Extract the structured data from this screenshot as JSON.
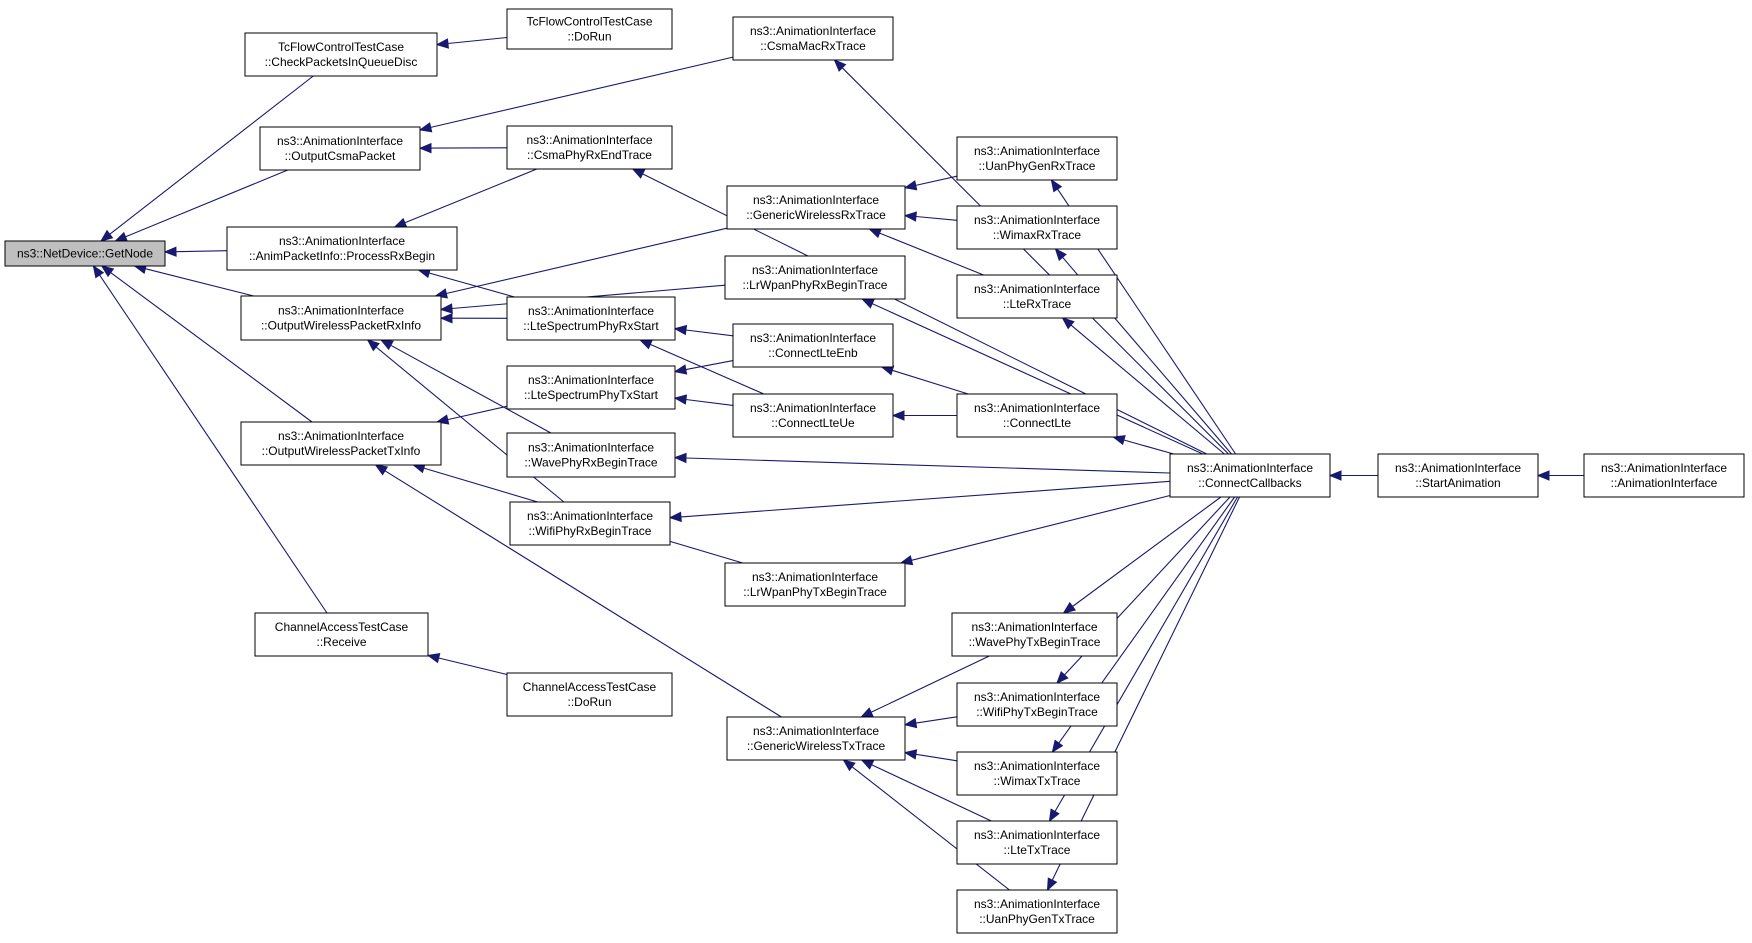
{
  "diagram": {
    "colors": {
      "edge": "#191970",
      "node_fill": "#ffffff",
      "highlight_fill": "#bfbfbf",
      "border": "#000000"
    },
    "nodes": [
      {
        "id": "getnode",
        "lines": [
          "ns3::NetDevice::GetNode"
        ],
        "highlight": true
      },
      {
        "id": "tc_check",
        "lines": [
          "TcFlowControlTestCase",
          "::CheckPacketsInQueueDisc"
        ]
      },
      {
        "id": "tc_dorun",
        "lines": [
          "TcFlowControlTestCase",
          "::DoRun"
        ]
      },
      {
        "id": "csma_mac",
        "lines": [
          "ns3::AnimationInterface",
          "::CsmaMacRxTrace"
        ]
      },
      {
        "id": "out_csma",
        "lines": [
          "ns3::AnimationInterface",
          "::OutputCsmaPacket"
        ]
      },
      {
        "id": "csma_phy",
        "lines": [
          "ns3::AnimationInterface",
          "::CsmaPhyRxEndTrace"
        ]
      },
      {
        "id": "anim_pkt",
        "lines": [
          "ns3::AnimationInterface",
          "::AnimPacketInfo::ProcessRxBegin"
        ]
      },
      {
        "id": "gen_rx",
        "lines": [
          "ns3::AnimationInterface",
          "::GenericWirelessRxTrace"
        ]
      },
      {
        "id": "uan_rx",
        "lines": [
          "ns3::AnimationInterface",
          "::UanPhyGenRxTrace"
        ]
      },
      {
        "id": "wimax_rx",
        "lines": [
          "ns3::AnimationInterface",
          "::WimaxRxTrace"
        ]
      },
      {
        "id": "out_wrx",
        "lines": [
          "ns3::AnimationInterface",
          "::OutputWirelessPacketRxInfo"
        ]
      },
      {
        "id": "lrwpan_rx",
        "lines": [
          "ns3::AnimationInterface",
          "::LrWpanPhyRxBeginTrace"
        ]
      },
      {
        "id": "lte_rx",
        "lines": [
          "ns3::AnimationInterface",
          "::LteRxTrace"
        ]
      },
      {
        "id": "lte_spec_rx",
        "lines": [
          "ns3::AnimationInterface",
          "::LteSpectrumPhyRxStart"
        ]
      },
      {
        "id": "conn_enb",
        "lines": [
          "ns3::AnimationInterface",
          "::ConnectLteEnb"
        ]
      },
      {
        "id": "lte_spec_tx",
        "lines": [
          "ns3::AnimationInterface",
          "::LteSpectrumPhyTxStart"
        ]
      },
      {
        "id": "conn_ue",
        "lines": [
          "ns3::AnimationInterface",
          "::ConnectLteUe"
        ]
      },
      {
        "id": "conn_lte",
        "lines": [
          "ns3::AnimationInterface",
          "::ConnectLte"
        ]
      },
      {
        "id": "out_wtx",
        "lines": [
          "ns3::AnimationInterface",
          "::OutputWirelessPacketTxInfo"
        ]
      },
      {
        "id": "wave_rx",
        "lines": [
          "ns3::AnimationInterface",
          "::WavePhyRxBeginTrace"
        ]
      },
      {
        "id": "conn_cb",
        "lines": [
          "ns3::AnimationInterface",
          "::ConnectCallbacks"
        ]
      },
      {
        "id": "start_anim",
        "lines": [
          "ns3::AnimationInterface",
          "::StartAnimation"
        ]
      },
      {
        "id": "anim_ctor",
        "lines": [
          "ns3::AnimationInterface",
          "::AnimationInterface"
        ]
      },
      {
        "id": "wifi_rx",
        "lines": [
          "ns3::AnimationInterface",
          "::WifiPhyRxBeginTrace"
        ]
      },
      {
        "id": "lrwpan_tx",
        "lines": [
          "ns3::AnimationInterface",
          "::LrWpanPhyTxBeginTrace"
        ]
      },
      {
        "id": "chan_recv",
        "lines": [
          "ChannelAccessTestCase",
          "::Receive"
        ]
      },
      {
        "id": "wave_tx",
        "lines": [
          "ns3::AnimationInterface",
          "::WavePhyTxBeginTrace"
        ]
      },
      {
        "id": "chan_dorun",
        "lines": [
          "ChannelAccessTestCase",
          "::DoRun"
        ]
      },
      {
        "id": "wifi_tx",
        "lines": [
          "ns3::AnimationInterface",
          "::WifiPhyTxBeginTrace"
        ]
      },
      {
        "id": "gen_tx",
        "lines": [
          "ns3::AnimationInterface",
          "::GenericWirelessTxTrace"
        ]
      },
      {
        "id": "wimax_tx",
        "lines": [
          "ns3::AnimationInterface",
          "::WimaxTxTrace"
        ]
      },
      {
        "id": "lte_tx",
        "lines": [
          "ns3::AnimationInterface",
          "::LteTxTrace"
        ]
      },
      {
        "id": "uan_tx",
        "lines": [
          "ns3::AnimationInterface",
          "::UanPhyGenTxTrace"
        ]
      }
    ],
    "edges": [
      {
        "from": "tc_check",
        "to": "getnode"
      },
      {
        "from": "out_csma",
        "to": "getnode"
      },
      {
        "from": "anim_pkt",
        "to": "getnode"
      },
      {
        "from": "out_wrx",
        "to": "getnode"
      },
      {
        "from": "out_wtx",
        "to": "getnode"
      },
      {
        "from": "chan_recv",
        "to": "getnode"
      },
      {
        "from": "tc_dorun",
        "to": "tc_check"
      },
      {
        "from": "csma_mac",
        "to": "out_csma"
      },
      {
        "from": "csma_phy",
        "to": "out_csma"
      },
      {
        "from": "csma_phy",
        "to": "anim_pkt"
      },
      {
        "from": "lte_spec_rx",
        "to": "anim_pkt"
      },
      {
        "from": "gen_rx",
        "to": "out_wrx"
      },
      {
        "from": "lrwpan_rx",
        "to": "out_wrx"
      },
      {
        "from": "lte_spec_rx",
        "to": "out_wrx"
      },
      {
        "from": "wave_rx",
        "to": "out_wrx"
      },
      {
        "from": "wifi_rx",
        "to": "out_wrx"
      },
      {
        "from": "lte_spec_tx",
        "to": "out_wtx"
      },
      {
        "from": "lrwpan_tx",
        "to": "out_wtx"
      },
      {
        "from": "gen_tx",
        "to": "out_wtx"
      },
      {
        "from": "chan_dorun",
        "to": "chan_recv"
      },
      {
        "from": "uan_rx",
        "to": "gen_rx"
      },
      {
        "from": "wimax_rx",
        "to": "gen_rx"
      },
      {
        "from": "lte_rx",
        "to": "gen_rx"
      },
      {
        "from": "conn_enb",
        "to": "lte_spec_rx"
      },
      {
        "from": "conn_ue",
        "to": "lte_spec_rx"
      },
      {
        "from": "conn_enb",
        "to": "lte_spec_tx"
      },
      {
        "from": "conn_ue",
        "to": "lte_spec_tx"
      },
      {
        "from": "conn_lte",
        "to": "conn_enb"
      },
      {
        "from": "conn_lte",
        "to": "conn_ue"
      },
      {
        "from": "wave_tx",
        "to": "gen_tx"
      },
      {
        "from": "wifi_tx",
        "to": "gen_tx"
      },
      {
        "from": "wimax_tx",
        "to": "gen_tx"
      },
      {
        "from": "lte_tx",
        "to": "gen_tx"
      },
      {
        "from": "uan_tx",
        "to": "gen_tx"
      },
      {
        "from": "conn_cb",
        "to": "csma_mac"
      },
      {
        "from": "conn_cb",
        "to": "csma_phy"
      },
      {
        "from": "conn_cb",
        "to": "uan_rx"
      },
      {
        "from": "conn_cb",
        "to": "wimax_rx"
      },
      {
        "from": "conn_cb",
        "to": "lrwpan_rx"
      },
      {
        "from": "conn_cb",
        "to": "lte_rx"
      },
      {
        "from": "conn_cb",
        "to": "conn_lte"
      },
      {
        "from": "conn_cb",
        "to": "wave_rx"
      },
      {
        "from": "conn_cb",
        "to": "wifi_rx"
      },
      {
        "from": "conn_cb",
        "to": "lrwpan_tx"
      },
      {
        "from": "conn_cb",
        "to": "wave_tx"
      },
      {
        "from": "conn_cb",
        "to": "wifi_tx"
      },
      {
        "from": "conn_cb",
        "to": "wimax_tx"
      },
      {
        "from": "conn_cb",
        "to": "lte_tx"
      },
      {
        "from": "conn_cb",
        "to": "uan_tx"
      },
      {
        "from": "start_anim",
        "to": "conn_cb"
      },
      {
        "from": "anim_ctor",
        "to": "start_anim"
      }
    ]
  }
}
